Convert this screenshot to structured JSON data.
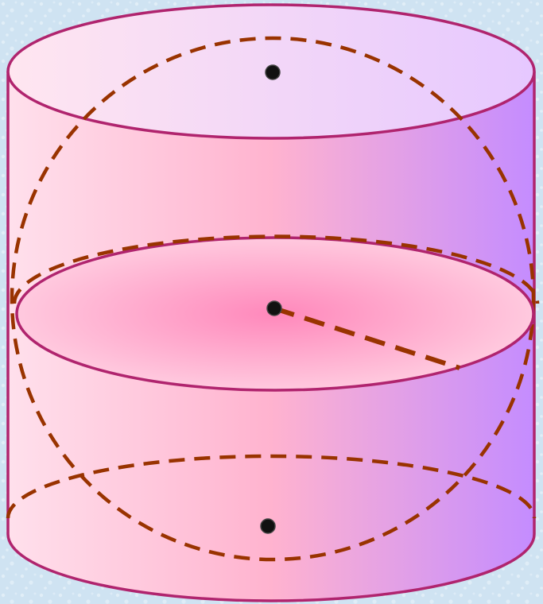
{
  "diagram": {
    "subject": "sphere-inscribed-in-cylinder",
    "labels": [],
    "colors": {
      "background": "#cfe3f2",
      "background_speckle": "#e9f3fa",
      "cylinder_left": "#ffe0ec",
      "cylinder_mid": "#ffb3cf",
      "cylinder_right": "#c48cff",
      "top_face_left": "#ffe6f0",
      "top_face_right": "#e6c8ff",
      "cross_section_center": "#ff88bb",
      "cross_section_edge": "#ffd0e2",
      "outline": "#b0246e",
      "dashed_lines": "#993300",
      "points": "#111111"
    },
    "points": [
      {
        "name": "top-tangent-point"
      },
      {
        "name": "sphere-center"
      },
      {
        "name": "bottom-tangent-point"
      }
    ]
  }
}
